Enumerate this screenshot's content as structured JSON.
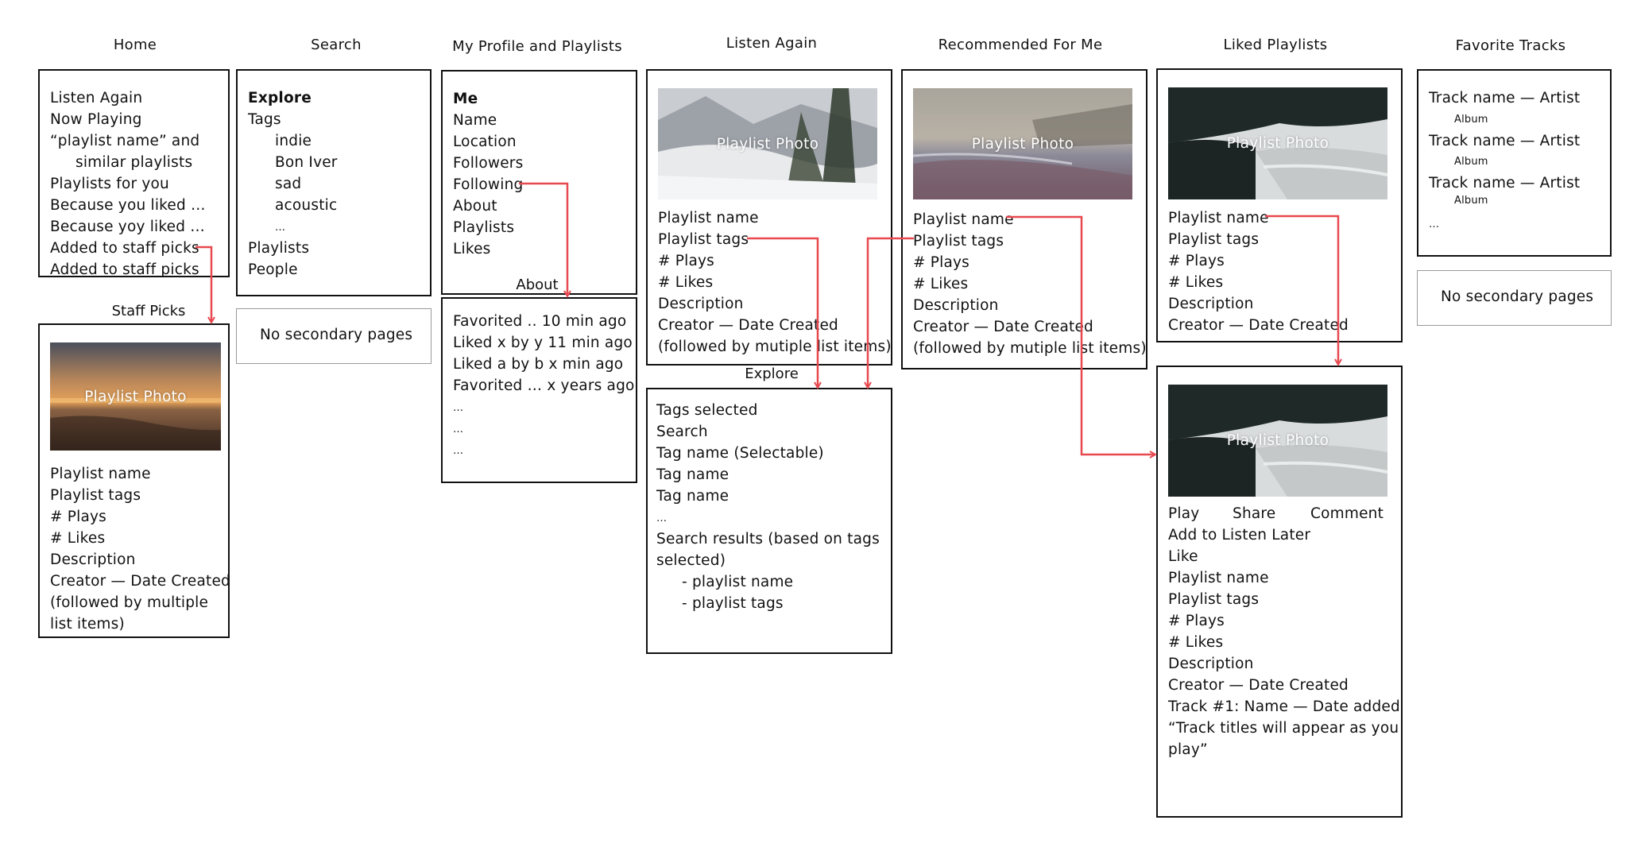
{
  "columns": {
    "home": "Home",
    "search": "Search",
    "profile": "My Profile and Playlists",
    "listen_again": "Listen Again",
    "recommended": "Recommended For Me",
    "liked": "Liked Playlists",
    "favorite": "Favorite Tracks"
  },
  "home": {
    "items": [
      "Listen Again",
      "Now Playing",
      "“playlist name” and",
      "similar playlists",
      "Playlists for you",
      "Because you liked …",
      "Because yoy liked …",
      "Added to staff picks",
      "Added to staff picks"
    ]
  },
  "staff_picks": {
    "title": "Staff Picks",
    "photo": "Playlist Photo",
    "items": [
      "Playlist name",
      "Playlist tags",
      "# Plays",
      "# Likes",
      "Description",
      "Creator — Date Created",
      "(followed by multiple",
      "list items)"
    ]
  },
  "search": {
    "items": [
      "Explore",
      "Tags",
      "indie",
      "Bon Iver",
      "sad",
      "acoustic",
      "…",
      "Playlists",
      "People"
    ],
    "secondary": "No secondary pages"
  },
  "profile": {
    "items": [
      "Me",
      "Name",
      "Location",
      "Followers",
      "Following",
      "About",
      "Playlists",
      "Likes"
    ],
    "about_title": "About",
    "about_items": [
      "Favorited .. 10 min ago",
      "Liked x by y 11 min ago",
      "Liked a by b x min ago",
      "Favorited … x years ago",
      "…",
      "…",
      "…"
    ]
  },
  "listen_again": {
    "photo": "Playlist Photo",
    "items": [
      "Playlist name",
      "Playlist tags",
      "# Plays",
      "# Likes",
      "Description",
      "Creator — Date Created",
      "(followed by mutiple list items)"
    ]
  },
  "explore": {
    "title": "Explore",
    "items": [
      "Tags selected",
      "Search",
      "Tag name (Selectable)",
      "Tag name",
      "Tag name",
      "…",
      "Search results (based on tags",
      "selected)",
      "- playlist name",
      "- playlist tags"
    ]
  },
  "recommended": {
    "photo": "Playlist Photo",
    "items": [
      "Playlist name",
      "Playlist tags",
      "# Plays",
      "# Likes",
      "Description",
      "Creator — Date Created",
      "(followed by mutiple list items)"
    ]
  },
  "liked": {
    "photo": "Playlist Photo",
    "items": [
      "Playlist name",
      "Playlist tags",
      "# Plays",
      "# Likes",
      "Description",
      "Creator — Date Created"
    ]
  },
  "playlist_detail": {
    "photo": "Playlist Photo",
    "play": "Play",
    "share": "Share",
    "comment": "Comment",
    "items": [
      "Add to Listen Later",
      "Like",
      "Playlist name",
      "Playlist tags",
      "# Plays",
      "# Likes",
      "Description",
      "Creator — Date Created",
      "Track #1: Name — Date added",
      "“Track titles will appear as you",
      "play”"
    ]
  },
  "favorite": {
    "tracks": [
      {
        "track": "Track name — Artist",
        "album": "Album"
      },
      {
        "track": "Track name — Artist",
        "album": "Album"
      },
      {
        "track": "Track name — Artist",
        "album": "Album"
      }
    ],
    "more": "…",
    "secondary": "No secondary pages"
  },
  "colors": {
    "arrow": "#e8484f",
    "border": "#111111"
  }
}
